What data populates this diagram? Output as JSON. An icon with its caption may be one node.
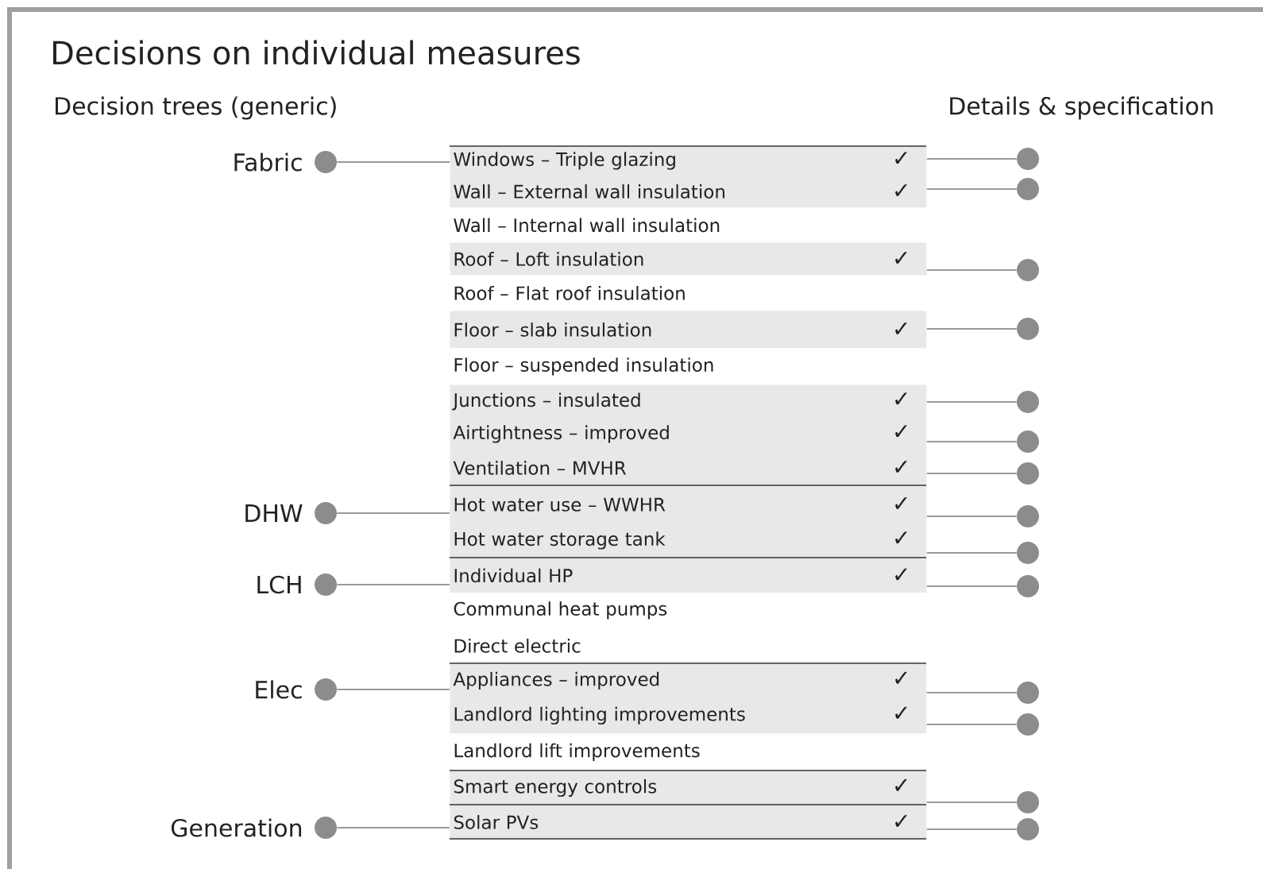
{
  "diagram": {
    "title": "Decisions on individual measures",
    "nodes": [
      {
        "text": [],
        "shape": "circle",
        "beside": [
          "Fabric"
        ]
      },
      {
        "text": [],
        "shape": "circle",
        "beside": [
          "DHW"
        ]
      },
      {
        "text": [],
        "shape": "circle",
        "beside": [
          "LCH"
        ]
      },
      {
        "text": [],
        "shape": "circle",
        "beside": [
          "Elec"
        ]
      },
      {
        "text": [],
        "shape": "circle",
        "beside": [
          "Generation"
        ]
      },
      {
        "text": [
          "Windows – Triple glazing",
          "✓"
        ]
      },
      {
        "text": [
          "Wall – External wall insulation",
          "✓"
        ]
      },
      {
        "text": [
          "Wall – Internal wall insulation"
        ]
      },
      {
        "text": [
          "Roof – Loft insulation",
          "✓"
        ]
      },
      {
        "text": [
          "Roof – Flat roof insulation"
        ]
      },
      {
        "text": [
          "Floor – slab insulation",
          "✓"
        ]
      },
      {
        "text": [
          "Floor – suspended insulation"
        ]
      },
      {
        "text": [
          "Junctions – insulated",
          "✓"
        ]
      },
      {
        "text": [
          "Airtightness – improved",
          "✓"
        ]
      },
      {
        "text": [
          "Ventilation – MVHR",
          "✓"
        ]
      },
      {
        "text": [
          "Hot water use – WWHR",
          "✓"
        ]
      },
      {
        "text": [
          "Hot water storage tank",
          "✓"
        ]
      },
      {
        "text": [
          "Individual HP",
          "✓"
        ]
      },
      {
        "text": [
          "Communal heat pumps"
        ]
      },
      {
        "text": [
          "Direct electric"
        ]
      },
      {
        "text": [
          "Appliances – improved",
          "✓"
        ]
      },
      {
        "text": [
          "Landlord lighting improvements",
          "✓"
        ]
      },
      {
        "text": [
          "Landlord lift improvements"
        ]
      },
      {
        "text": [
          "Smart energy controls",
          "✓"
        ]
      },
      {
        "text": [
          "Solar PVs",
          "✓"
        ]
      },
      {
        "text": [],
        "shape": "circle"
      },
      {
        "text": [],
        "shape": "circle"
      },
      {
        "text": [],
        "shape": "circle"
      },
      {
        "text": [],
        "shape": "circle"
      },
      {
        "text": [],
        "shape": "circle"
      },
      {
        "text": [],
        "shape": "circle"
      },
      {
        "text": [],
        "shape": "circle"
      },
      {
        "text": [],
        "shape": "circle"
      },
      {
        "text": [],
        "shape": "circle"
      },
      {
        "text": [],
        "shape": "circle"
      },
      {
        "text": [],
        "shape": "circle"
      },
      {
        "text": [],
        "shape": "circle"
      },
      {
        "text": [],
        "shape": "circle"
      },
      {
        "text": [],
        "shape": "circle"
      }
    ],
    "edges": [
      {
        "from": 0,
        "to": 5,
        "arrow": "none"
      },
      {
        "from": 1,
        "to": 15,
        "arrow": "none"
      },
      {
        "from": 2,
        "to": 17,
        "arrow": "none"
      },
      {
        "from": 3,
        "to": 20,
        "arrow": "none"
      },
      {
        "from": 4,
        "to": 24,
        "arrow": "none"
      },
      {
        "from": 5,
        "to": 25,
        "arrow": "none"
      },
      {
        "from": 6,
        "to": 26,
        "arrow": "none"
      },
      {
        "from": 8,
        "to": 27,
        "arrow": "none"
      },
      {
        "from": 10,
        "to": 28,
        "arrow": "none"
      },
      {
        "from": 12,
        "to": 29,
        "arrow": "none"
      },
      {
        "from": 13,
        "to": 30,
        "arrow": "none"
      },
      {
        "from": 14,
        "to": 31,
        "arrow": "none"
      },
      {
        "from": 15,
        "to": 32,
        "arrow": "none"
      },
      {
        "from": 16,
        "to": 33,
        "arrow": "none"
      },
      {
        "from": 17,
        "to": 34,
        "arrow": "none"
      },
      {
        "from": 20,
        "to": 35,
        "arrow": "none"
      },
      {
        "from": 21,
        "to": 36,
        "arrow": "none"
      },
      {
        "from": 23,
        "to": 37,
        "arrow": "none"
      },
      {
        "from": 24,
        "to": 38,
        "arrow": "none"
      }
    ],
    "labels": [
      "Decision trees (generic)",
      "Details & specification"
    ]
  }
}
